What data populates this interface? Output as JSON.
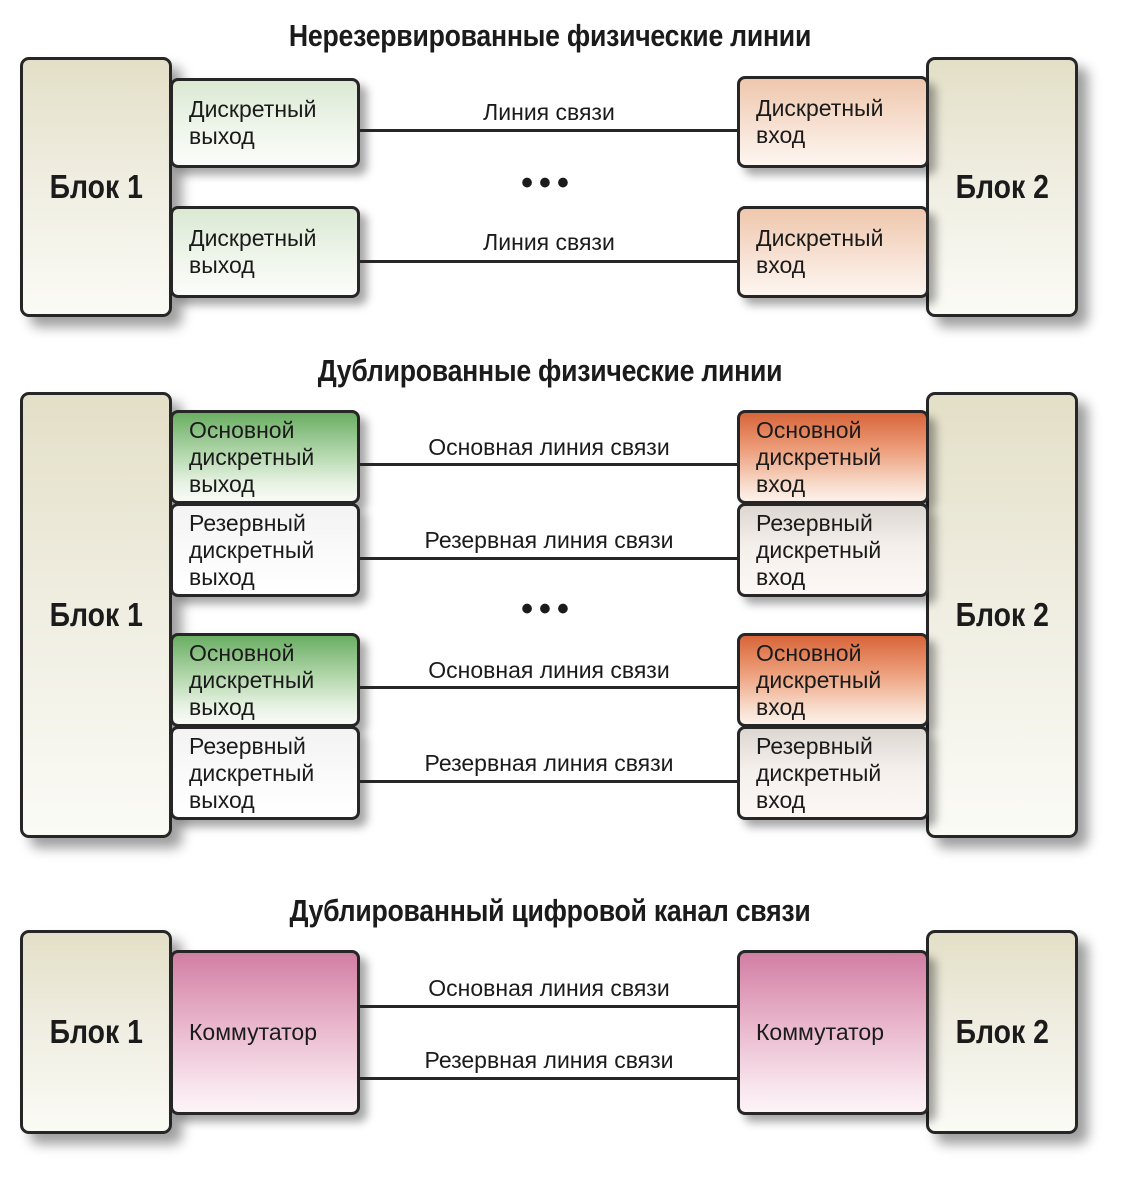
{
  "sections": [
    {
      "title": "Нерезервированные физические линии",
      "block_left": "Блок 1",
      "block_right": "Блок 2",
      "ellipsis": "•••",
      "rows": [
        {
          "left": "Дискретный\nвыход",
          "link": "Линия связи",
          "right": "Дискретный\nвход"
        },
        {
          "left": "Дискретный\nвыход",
          "link": "Линия связи",
          "right": "Дискретный\nвход"
        }
      ]
    },
    {
      "title": "Дублированные физические линии",
      "block_left": "Блок 1",
      "block_right": "Блок 2",
      "ellipsis": "•••",
      "rows": [
        {
          "left": "Основной\nдискретный\nвыход",
          "link": "Основная линия связи",
          "right": "Основной\nдискретный\nвход"
        },
        {
          "left": "Резервный\nдискретный\nвыход",
          "link": "Резервная линия связи",
          "right": "Резервный\nдискретный\nвход"
        },
        {
          "left": "Основной\nдискретный\nвыход",
          "link": "Основная линия связи",
          "right": "Основной\nдискретный\nвход"
        },
        {
          "left": "Резервный\nдискретный\nвыход",
          "link": "Резервная линия связи",
          "right": "Резервный\nдискретный\nвход"
        }
      ]
    },
    {
      "title": "Дублированный цифровой канал связи",
      "block_left": "Блок 1",
      "block_right": "Блок 2",
      "switch_left": "Коммутатор",
      "switch_right": "Коммутатор",
      "links": [
        "Основная линия связи",
        "Резервная линия связи"
      ]
    }
  ],
  "colors": {
    "block": "#efede0",
    "output_green": "#6aae63",
    "input_orange": "#d8653a",
    "switch_pink": "#d27ea3",
    "line": "#262626"
  }
}
